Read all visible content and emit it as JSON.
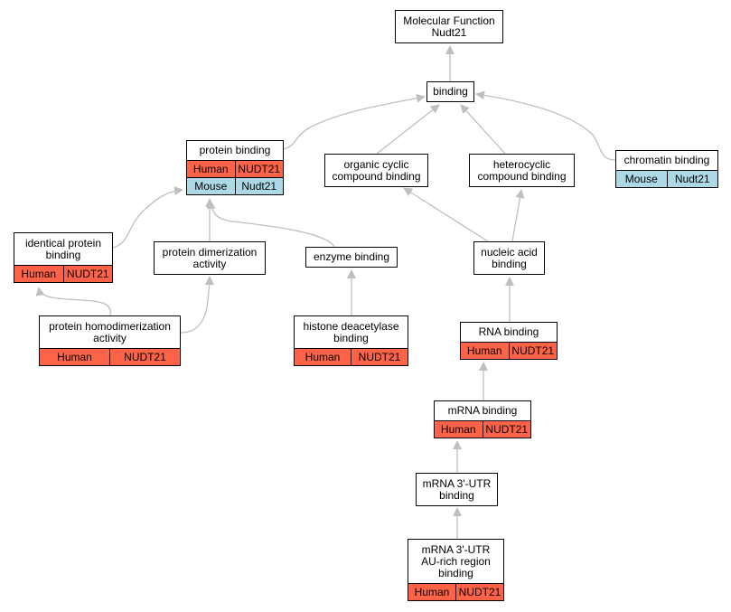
{
  "colors": {
    "human": "#ff6347",
    "mouse": "#add8e6",
    "edge": "#bfbfbf"
  },
  "nodes": {
    "molecular_function": {
      "label": "Molecular Function\nNudt21",
      "annotations": []
    },
    "binding": {
      "label": "binding",
      "annotations": []
    },
    "protein_binding": {
      "label": "protein binding",
      "annotations": [
        {
          "species": "Human",
          "gene": "NUDT21"
        },
        {
          "species": "Mouse",
          "gene": "Nudt21"
        }
      ]
    },
    "organic_cyclic": {
      "label": "organic cyclic\ncompound binding",
      "annotations": []
    },
    "heterocyclic": {
      "label": "heterocyclic\ncompound binding",
      "annotations": []
    },
    "chromatin_binding": {
      "label": "chromatin binding",
      "annotations": [
        {
          "species": "Mouse",
          "gene": "Nudt21"
        }
      ]
    },
    "identical_protein": {
      "label": "identical protein\nbinding",
      "annotations": [
        {
          "species": "Human",
          "gene": "NUDT21"
        }
      ]
    },
    "protein_dimerization": {
      "label": "protein dimerization\nactivity",
      "annotations": []
    },
    "enzyme_binding": {
      "label": "enzyme binding",
      "annotations": []
    },
    "nucleic_acid": {
      "label": "nucleic acid\nbinding",
      "annotations": []
    },
    "protein_homodimerization": {
      "label": "protein homodimerization\nactivity",
      "annotations": [
        {
          "species": "Human",
          "gene": "NUDT21"
        }
      ]
    },
    "histone_deacetylase": {
      "label": "histone deacetylase\nbinding",
      "annotations": [
        {
          "species": "Human",
          "gene": "NUDT21"
        }
      ]
    },
    "rna_binding": {
      "label": "RNA binding",
      "annotations": [
        {
          "species": "Human",
          "gene": "NUDT21"
        }
      ]
    },
    "mrna_binding": {
      "label": "mRNA binding",
      "annotations": [
        {
          "species": "Human",
          "gene": "NUDT21"
        }
      ]
    },
    "mrna_3utr": {
      "label": "mRNA 3'-UTR\nbinding",
      "annotations": []
    },
    "mrna_3utr_au": {
      "label": "mRNA 3'-UTR\nAU-rich region\nbinding",
      "annotations": [
        {
          "species": "Human",
          "gene": "NUDT21"
        }
      ]
    }
  },
  "edges": [
    {
      "from": "binding",
      "to": "molecular_function"
    },
    {
      "from": "protein_binding",
      "to": "binding"
    },
    {
      "from": "organic_cyclic",
      "to": "binding"
    },
    {
      "from": "heterocyclic",
      "to": "binding"
    },
    {
      "from": "chromatin_binding",
      "to": "binding"
    },
    {
      "from": "identical_protein",
      "to": "protein_binding"
    },
    {
      "from": "protein_dimerization",
      "to": "protein_binding"
    },
    {
      "from": "enzyme_binding",
      "to": "protein_binding"
    },
    {
      "from": "nucleic_acid",
      "to": "organic_cyclic"
    },
    {
      "from": "nucleic_acid",
      "to": "heterocyclic"
    },
    {
      "from": "protein_homodimerization",
      "to": "identical_protein"
    },
    {
      "from": "protein_homodimerization",
      "to": "protein_dimerization"
    },
    {
      "from": "histone_deacetylase",
      "to": "enzyme_binding"
    },
    {
      "from": "rna_binding",
      "to": "nucleic_acid"
    },
    {
      "from": "mrna_binding",
      "to": "rna_binding"
    },
    {
      "from": "mrna_3utr",
      "to": "mrna_binding"
    },
    {
      "from": "mrna_3utr_au",
      "to": "mrna_3utr"
    }
  ]
}
